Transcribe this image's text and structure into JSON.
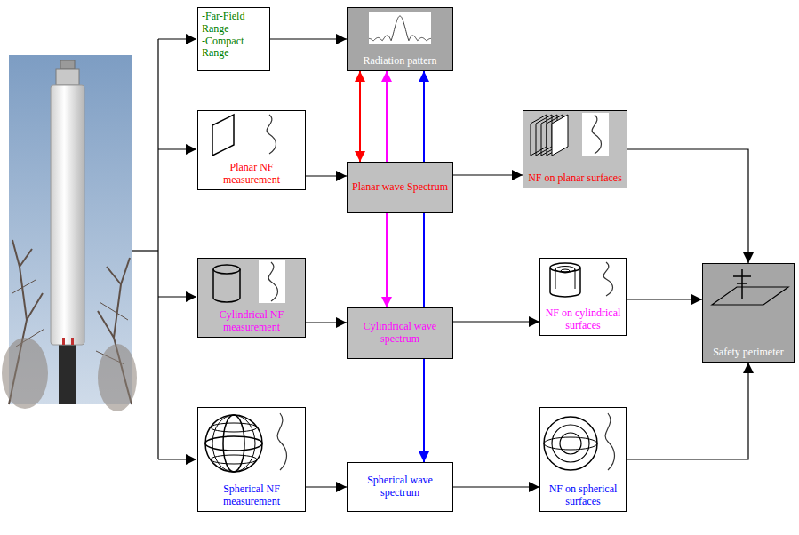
{
  "diagram": {
    "nodes": [
      {
        "text": [
          "-Far-Field Range",
          "-Compact Range"
        ]
      },
      {
        "text": [
          "Radiation pattern"
        ]
      },
      {
        "text": [
          "Planar NF measurement"
        ]
      },
      {
        "text": [
          "Planar wave Spectrum"
        ]
      },
      {
        "text": [
          "NF on planar surfaces"
        ]
      },
      {
        "text": [
          "Cylindrical NF measurement"
        ]
      },
      {
        "text": [
          "Cylindrical wave spectrum"
        ]
      },
      {
        "text": [
          "NF on cylindrical surfaces"
        ]
      },
      {
        "text": [
          "Safety perimeter"
        ]
      },
      {
        "text": [
          "Spherical NF measurement"
        ]
      },
      {
        "text": [
          "Spherical wave spectrum"
        ]
      },
      {
        "text": [
          "NF on spherical surfaces"
        ]
      }
    ],
    "edges": [
      {
        "from": 0,
        "to": 1,
        "arrow": "to"
      },
      {
        "from": 2,
        "to": 3,
        "arrow": "to"
      },
      {
        "from": 3,
        "to": 4,
        "arrow": "to"
      },
      {
        "from": 5,
        "to": 6,
        "arrow": "to"
      },
      {
        "from": 6,
        "to": 7,
        "arrow": "to"
      },
      {
        "from": 9,
        "to": 10,
        "arrow": "to"
      },
      {
        "from": 10,
        "to": 11,
        "arrow": "to"
      },
      {
        "from": 4,
        "to": 8,
        "arrow": "to"
      },
      {
        "from": 7,
        "to": 8,
        "arrow": "to"
      },
      {
        "from": 11,
        "to": 8,
        "arrow": "to"
      },
      {
        "from": 1,
        "to": 3,
        "arrow": "both"
      },
      {
        "from": 1,
        "to": 6,
        "arrow": "both"
      },
      {
        "from": 1,
        "to": 10,
        "arrow": "both"
      }
    ]
  }
}
